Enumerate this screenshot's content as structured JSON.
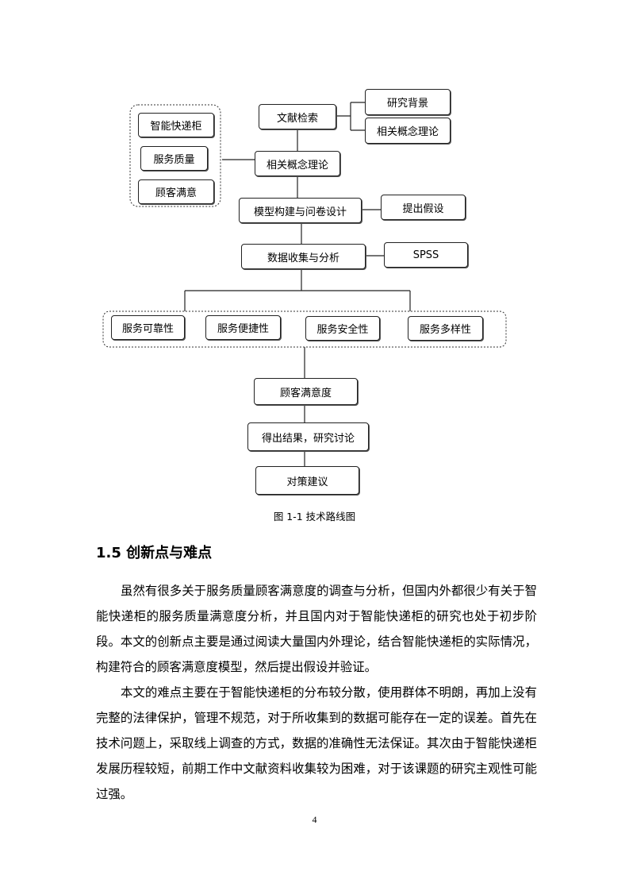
{
  "diagram": {
    "nodes": {
      "literature_search": "文献检索",
      "research_background": "研究背景",
      "related_concepts_right": "相关概念理论",
      "related_concepts": "相关概念理论",
      "smart_locker": "智能快递柜",
      "service_quality": "服务质量",
      "customer_satisfaction_left": "顾客满意",
      "model_building": "模型构建与问卷设计",
      "hypothesis": "提出假设",
      "data_collection": "数据收集与分析",
      "spss": "SPSS",
      "reliability": "服务可靠性",
      "convenience": "服务便捷性",
      "safety": "服务安全性",
      "diversity": "服务多样性",
      "satisfaction": "顾客满意度",
      "results": "得出结果，研究讨论",
      "suggestions": "对策建议"
    },
    "caption": "图 1-1  技术路线图"
  },
  "section": {
    "heading": "1.5  创新点与难点",
    "paragraph1": "虽然有很多关于服务质量顾客满意度的调查与分析，但国内外都很少有关于智能快递柜的服务质量满意度分析，并且国内对于智能快递柜的研究也处于初步阶段。本文的创新点主要是通过阅读大量国内外理论，结合智能快递柜的实际情况，构建符合的顾客满意度模型，然后提出假设并验证。",
    "paragraph2": "本文的难点主要在于智能快递柜的分布较分散，使用群体不明朗，再加上没有完整的法律保护，管理不规范，对于所收集到的数据可能存在一定的误差。首先在技术问题上，采取线上调查的方式，数据的准确性无法保证。其次由于智能快递柜发展历程较短，前期工作中文献资料收集较为困难，对于该课题的研究主观性可能过强。"
  },
  "page_number": "4"
}
